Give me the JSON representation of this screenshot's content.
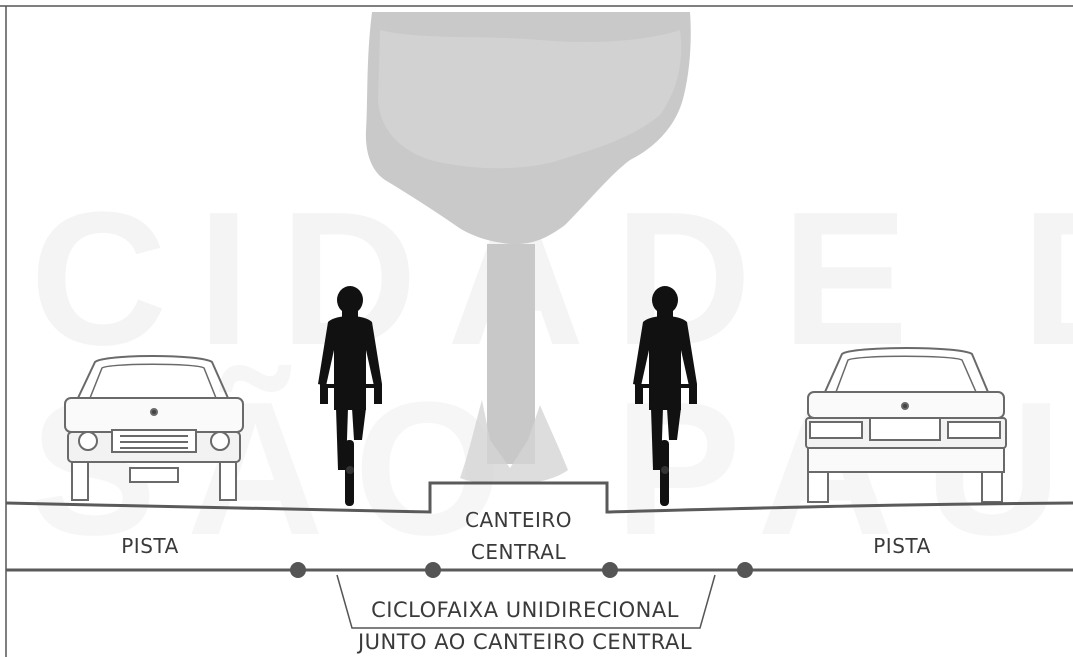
{
  "watermark": {
    "line1": "CIDADE DE",
    "line2": "SÃO PAULO"
  },
  "labels": {
    "left_lane": "PISTA",
    "right_lane": "PISTA",
    "median_line1": "CANTEIRO",
    "median_line2": "CENTRAL",
    "bikelane_line1": "CICLOFAIXA UNIDIRECIONAL",
    "bikelane_line2": "JUNTO AO CANTEIRO CENTRAL"
  },
  "colors": {
    "road_line": "#5a5a5a",
    "marker_dot": "#555555",
    "tree": "#c8c8c8",
    "cyclist": "#111111",
    "text": "#3a3a3a"
  }
}
